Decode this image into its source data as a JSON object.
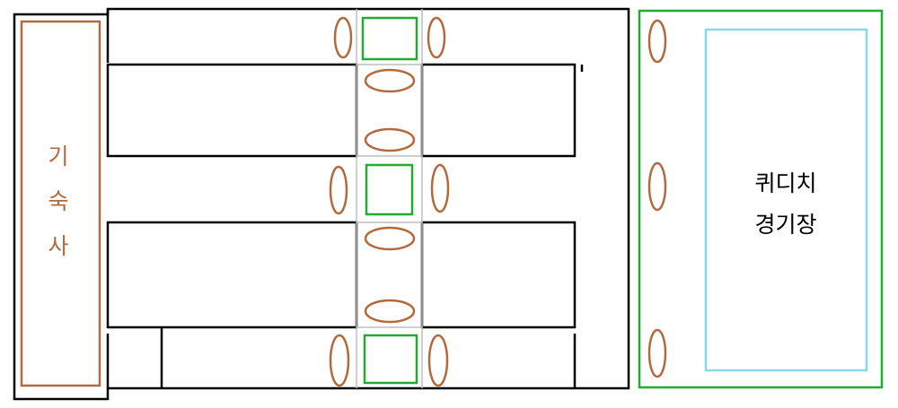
{
  "dormitory": {
    "label_chars": [
      "기",
      "숙",
      "사"
    ],
    "color": "#b26a3c"
  },
  "quidditch_field": {
    "label_lines": [
      "퀴디치",
      "경기장"
    ],
    "outer_color": "#22aa33",
    "inner_color": "#88d8e8"
  },
  "colors": {
    "wall": "#000000",
    "corridor": "#bdbdbd",
    "green_square": "#22aa33",
    "oval": "#b26a3c"
  }
}
